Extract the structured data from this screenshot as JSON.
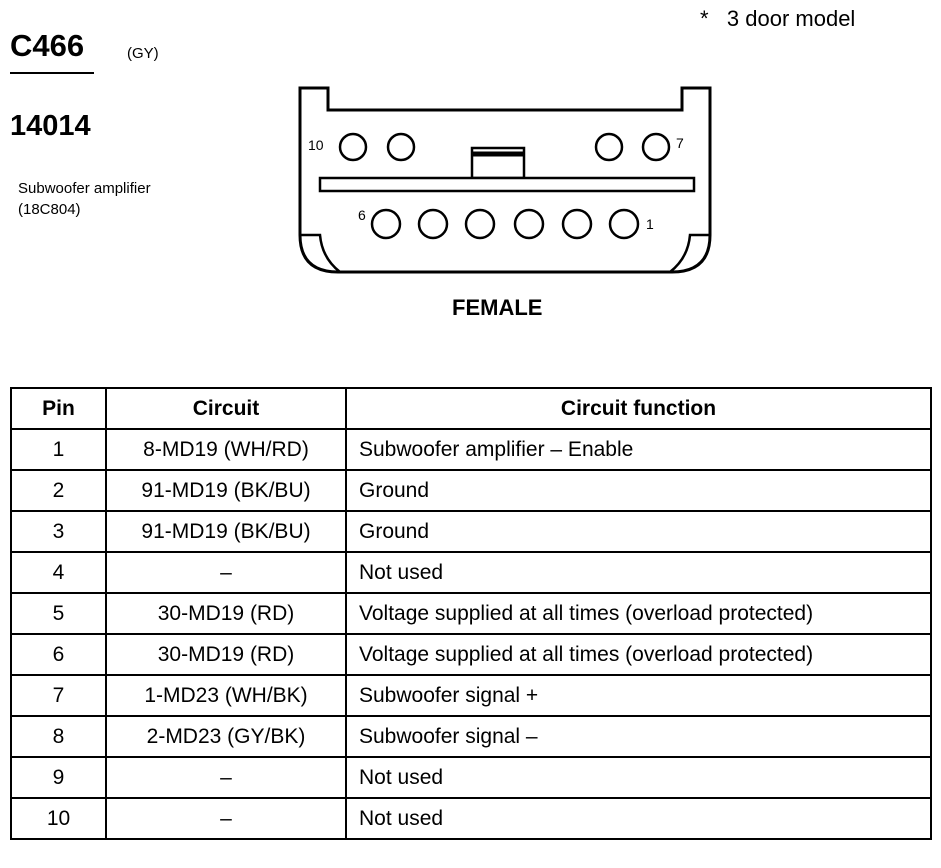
{
  "header": {
    "note": "*   3 door model",
    "connector_id": "C466",
    "connector_color": "(GY)",
    "part_number": "14014",
    "component_name": "Subwoofer amplifier",
    "component_code": "(18C804)"
  },
  "diagram": {
    "pin_labels": {
      "top_left": "10",
      "top_right": "7",
      "bottom_left": "6",
      "bottom_right": "1"
    },
    "gender_label": "FEMALE"
  },
  "table": {
    "headers": [
      "Pin",
      "Circuit",
      "Circuit function"
    ],
    "rows": [
      {
        "pin": "1",
        "circuit": "8-MD19 (WH/RD)",
        "function": "Subwoofer amplifier  – Enable"
      },
      {
        "pin": "2",
        "circuit": "91-MD19 (BK/BU)",
        "function": "Ground"
      },
      {
        "pin": "3",
        "circuit": "91-MD19 (BK/BU)",
        "function": "Ground"
      },
      {
        "pin": "4",
        "circuit": "–",
        "function": "Not used"
      },
      {
        "pin": "5",
        "circuit": "30-MD19 (RD)",
        "function": "Voltage supplied at all times (overload protected)"
      },
      {
        "pin": "6",
        "circuit": "30-MD19 (RD)",
        "function": "Voltage supplied at all times (overload protected)"
      },
      {
        "pin": "7",
        "circuit": "1-MD23 (WH/BK)",
        "function": "Subwoofer signal +"
      },
      {
        "pin": "8",
        "circuit": "2-MD23 (GY/BK)",
        "function": "Subwoofer signal –"
      },
      {
        "pin": "9",
        "circuit": "–",
        "function": "Not used"
      },
      {
        "pin": "10",
        "circuit": "–",
        "function": "Not used"
      }
    ]
  }
}
